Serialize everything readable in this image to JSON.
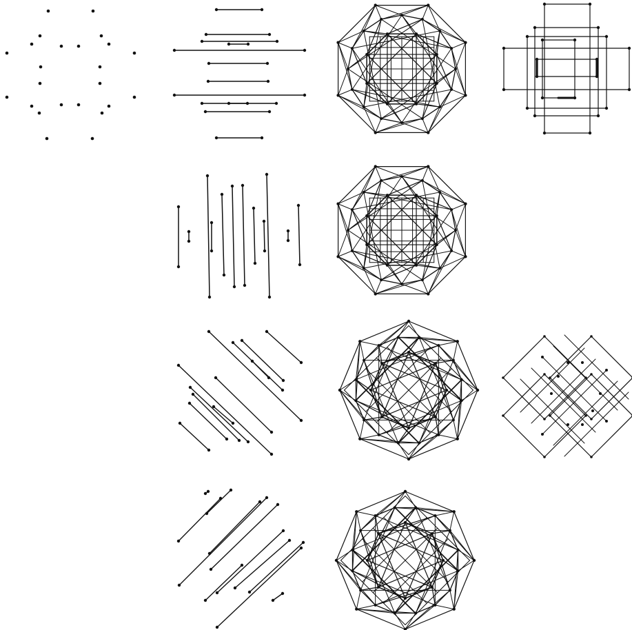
{
  "figure": {
    "colors": {
      "ink": "#111111",
      "background": "#ffffff"
    },
    "panels": [
      {
        "name": "panel-row1-points",
        "kind": "vertex-points"
      },
      {
        "name": "panel-row1-horizontal-segments",
        "kind": "parallel-segments-horizontal"
      },
      {
        "name": "panel-row1-graph-projection",
        "kind": "graph-projection-complex"
      },
      {
        "name": "panel-row1-rectangles",
        "kind": "overlapping-rectangles"
      },
      {
        "name": "panel-row2-vertical-segments",
        "kind": "parallel-segments-vertical"
      },
      {
        "name": "panel-row2-graph-projection",
        "kind": "graph-projection-complex"
      },
      {
        "name": "panel-row3-diagonal-segments",
        "kind": "parallel-segments-diagonal-down"
      },
      {
        "name": "panel-row3-graph-projection",
        "kind": "graph-projection-complex"
      },
      {
        "name": "panel-row3-diamond-grid",
        "kind": "overlapping-diamonds"
      },
      {
        "name": "panel-row4-diagonal-segments",
        "kind": "parallel-segments-diagonal-up"
      },
      {
        "name": "panel-row4-graph-projection",
        "kind": "graph-projection-complex"
      }
    ]
  }
}
